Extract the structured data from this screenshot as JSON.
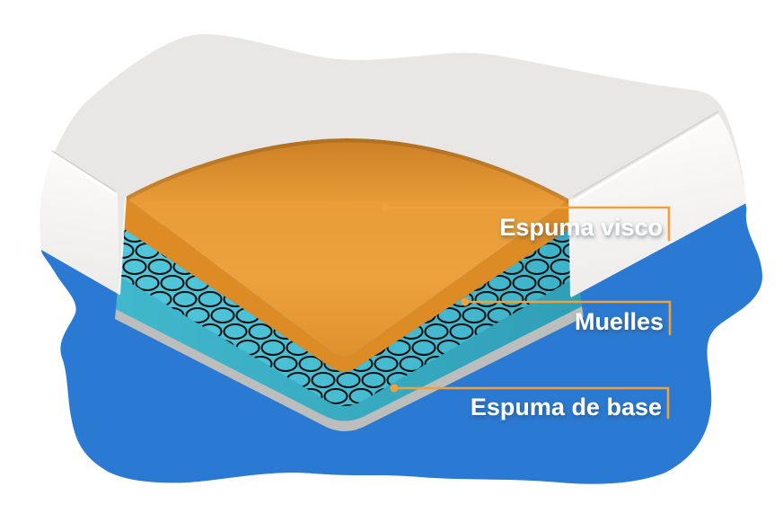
{
  "diagram": {
    "type": "mattress-cutaway-layers",
    "callouts": [
      {
        "id": "visco",
        "label": "Espuma visco"
      },
      {
        "id": "muelles",
        "label": "Muelles"
      },
      {
        "id": "base",
        "label": "Espuma de base"
      }
    ],
    "colors": {
      "background": "#FFFFFF",
      "blob_blue": "#2A79D2",
      "mattress_top_gray": "#E8E7E5",
      "panel_highlight": "#FBFAF9",
      "panel_shade": "#EBEAE8",
      "visco_orange_dark": "#C97E24",
      "visco_orange": "#E99C37",
      "visco_orange_mid": "#EDA23D",
      "visco_orange_deep": "#DE8F2C",
      "visco_edge_orange": "#DC8B25",
      "springs_teal_light": "#52C6DA",
      "springs_teal_dark": "#3DB2C9",
      "base_teal_light": "#41B7CC",
      "base_teal_dark": "#2F9FB6",
      "coil_black": "#101010",
      "shadow_gray": "#BCBEBD",
      "callout_orange": "#F0A13C",
      "label_white": "#FFFFFF",
      "label_shadow": "#2E4457"
    }
  }
}
